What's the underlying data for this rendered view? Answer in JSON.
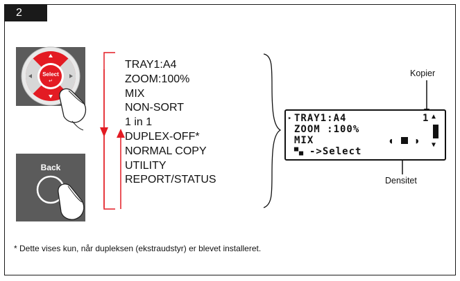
{
  "step": {
    "number": "2"
  },
  "menu_items": [
    "TRAY1:A4",
    "ZOOM:100%",
    "MIX",
    "NON-SORT",
    "1 in 1",
    "DUPLEX-OFF*",
    "NORMAL COPY",
    "UTILITY",
    "REPORT/STATUS"
  ],
  "keys": {
    "select_label": "Select",
    "back_label": "Back"
  },
  "lcd": {
    "line1": "TRAY1:A4",
    "line2": "ZOOM :100%",
    "line3": "MIX",
    "line4": "->Select",
    "copies_value": "1"
  },
  "callouts": {
    "copies": "Kopier",
    "density": "Densitet"
  },
  "footnote": "* Dette vises kun, når dupleksen (ekstraudstyr) er blevet installeret.",
  "colors": {
    "accent_red": "#e31b23",
    "key_gray": "#5a5a5a",
    "text": "#111111"
  }
}
